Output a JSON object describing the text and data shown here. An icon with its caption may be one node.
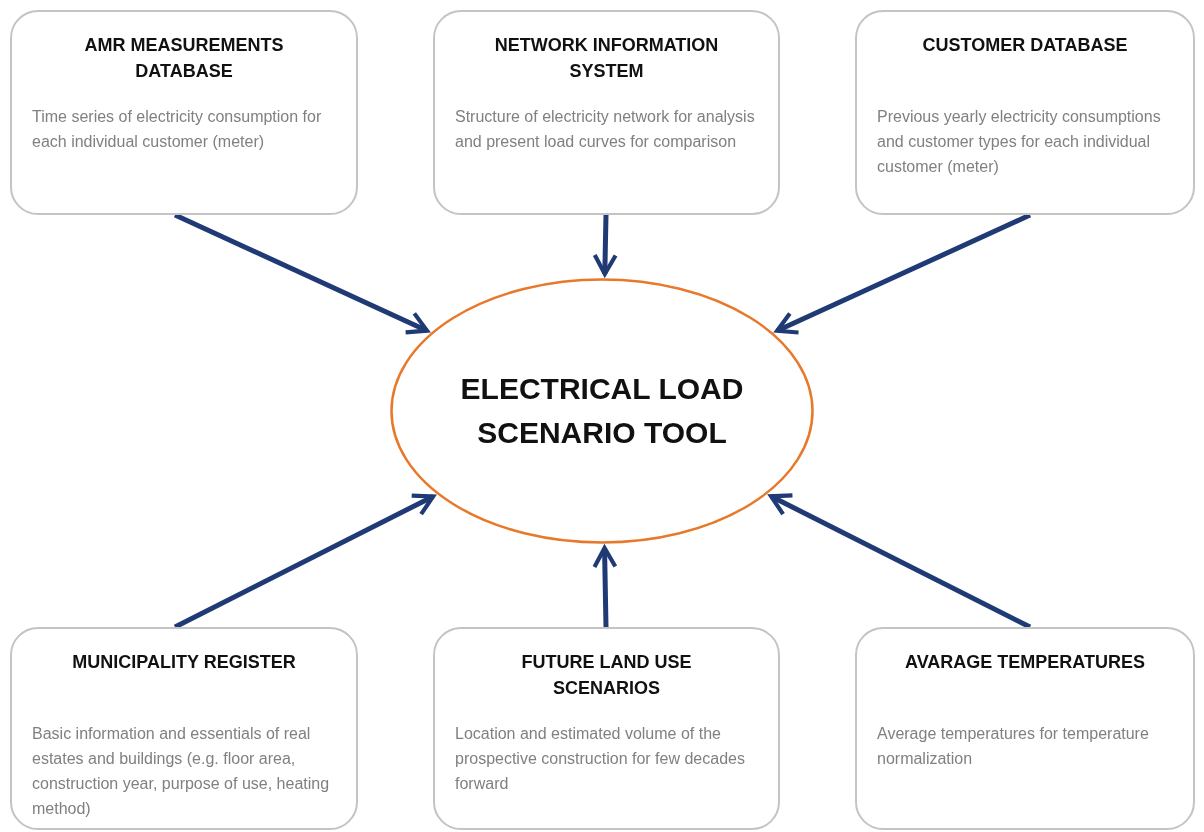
{
  "diagram": {
    "nodes": [
      {
        "text": [
          "AMR MEASUREMENTS DATABASE",
          "Time series of electricity consumption for each  individual customer (meter)"
        ]
      },
      {
        "text": [
          "NETWORK INFORMATION SYSTEM",
          "Structure of electricity network for analysis and present load curves for comparison"
        ]
      },
      {
        "text": [
          "CUSTOMER DATABASE",
          "Previous yearly electricity consumptions  and customer types for each individual customer (meter)"
        ]
      },
      {
        "text": [
          "ELECTRICAL LOAD SCENARIO TOOL"
        ]
      },
      {
        "text": [
          "MUNICIPALITY REGISTER",
          "Basic information and essentials of real estates and buildings  (e.g. floor area, construction year, purpose of use, heating method)"
        ]
      },
      {
        "text": [
          "FUTURE LAND USE SCENARIOS",
          "Location and estimated volume of the prospective construction for few decades forward"
        ]
      },
      {
        "text": [
          "AVARAGE TEMPERATURES",
          "Average temperatures for temperature normalization"
        ]
      }
    ],
    "edges": [
      {
        "from": 0,
        "to": 3,
        "arrow": "to"
      },
      {
        "from": 1,
        "to": 3,
        "arrow": "to"
      },
      {
        "from": 2,
        "to": 3,
        "arrow": "to"
      },
      {
        "from": 4,
        "to": 3,
        "arrow": "to"
      },
      {
        "from": 5,
        "to": 3,
        "arrow": "to"
      },
      {
        "from": 6,
        "to": 3,
        "arrow": "to"
      }
    ]
  }
}
